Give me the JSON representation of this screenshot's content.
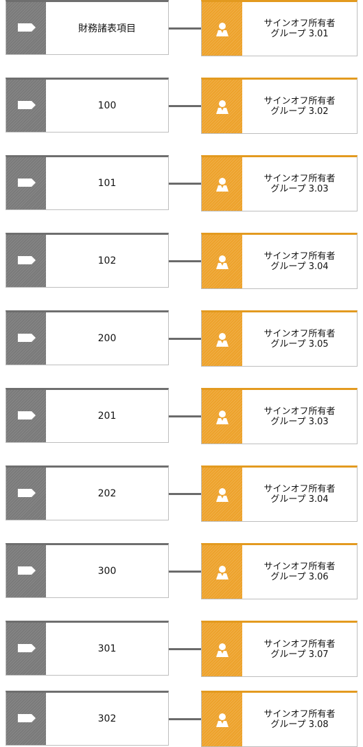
{
  "rows": [
    {
      "item": "財務諸表項目",
      "owner_title": "サインオフ所有者",
      "owner_group": "グループ 3.01"
    },
    {
      "item": "100",
      "owner_title": "サインオフ所有者",
      "owner_group": "グループ 3.02"
    },
    {
      "item": "101",
      "owner_title": "サインオフ所有者",
      "owner_group": "グループ 3.03"
    },
    {
      "item": "102",
      "owner_title": "サインオフ所有者",
      "owner_group": "グループ 3.04"
    },
    {
      "item": "200",
      "owner_title": "サインオフ所有者",
      "owner_group": "グループ 3.05"
    },
    {
      "item": "201",
      "owner_title": "サインオフ所有者",
      "owner_group": "グループ 3.03"
    },
    {
      "item": "202",
      "owner_title": "サインオフ所有者",
      "owner_group": "グループ 3.04"
    },
    {
      "item": "300",
      "owner_title": "サインオフ所有者",
      "owner_group": "グループ 3.06"
    },
    {
      "item": "301",
      "owner_title": "サインオフ所有者",
      "owner_group": "グループ 3.07"
    },
    {
      "item": "302",
      "owner_title": "サインオフ所有者",
      "owner_group": "グループ 3.08"
    }
  ],
  "icons": {
    "item": "tag-icon",
    "owner": "person-icon"
  },
  "colors": {
    "item_strip": "#7a7a7a",
    "owner_strip": "#eda22b",
    "connector": "#6a6a6a"
  }
}
